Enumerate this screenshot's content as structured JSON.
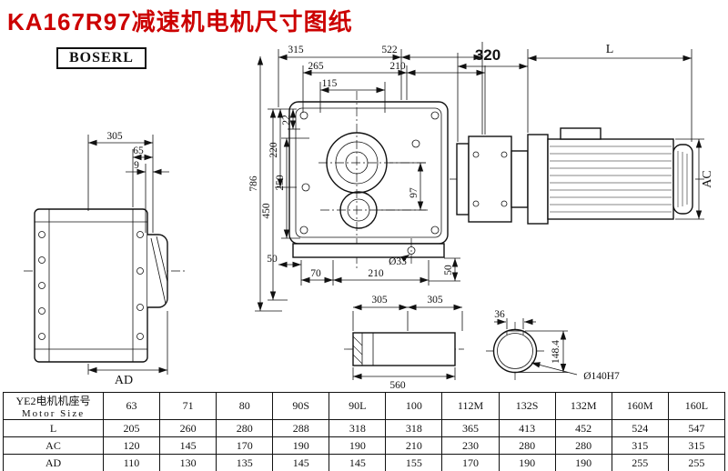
{
  "title": "KA167R97减速机电机尺寸图纸",
  "logo": "BOSERL",
  "colors": {
    "title": "#cc0000",
    "line": "#111111"
  },
  "dims": {
    "side": {
      "w305": "305",
      "w65": "65",
      "w9": "9",
      "ad": "AD"
    },
    "front": {
      "top315": "315",
      "top522": "522",
      "t265": "265",
      "t210": "210",
      "t115": "115",
      "v22": "22",
      "v220": "220",
      "v250": "250",
      "v450": "450",
      "v786": "786",
      "v97": "97",
      "b50l": "50",
      "b70": "70",
      "b210": "210",
      "b33": "Ø33",
      "b50r": "50"
    },
    "motor": {
      "a320": "320",
      "L": "L",
      "AC": "AC"
    },
    "shaft": {
      "s305a": "305",
      "s305b": "305",
      "s560": "560"
    },
    "end": {
      "k36": "36",
      "h1484": "148.4",
      "d140": "Ø140H7"
    }
  },
  "table": {
    "header_cn": "YE2电机机座号",
    "header_en": "Motor Size",
    "columns": [
      "63",
      "71",
      "80",
      "90S",
      "90L",
      "100",
      "112M",
      "132S",
      "132M",
      "160M",
      "160L"
    ],
    "rows": [
      {
        "label": "L",
        "values": [
          "205",
          "260",
          "280",
          "288",
          "318",
          "318",
          "365",
          "413",
          "452",
          "524",
          "547"
        ]
      },
      {
        "label": "AC",
        "values": [
          "120",
          "145",
          "170",
          "190",
          "190",
          "210",
          "230",
          "280",
          "280",
          "315",
          "315"
        ]
      },
      {
        "label": "AD",
        "values": [
          "110",
          "130",
          "135",
          "145",
          "145",
          "155",
          "170",
          "190",
          "190",
          "255",
          "255"
        ]
      }
    ]
  }
}
